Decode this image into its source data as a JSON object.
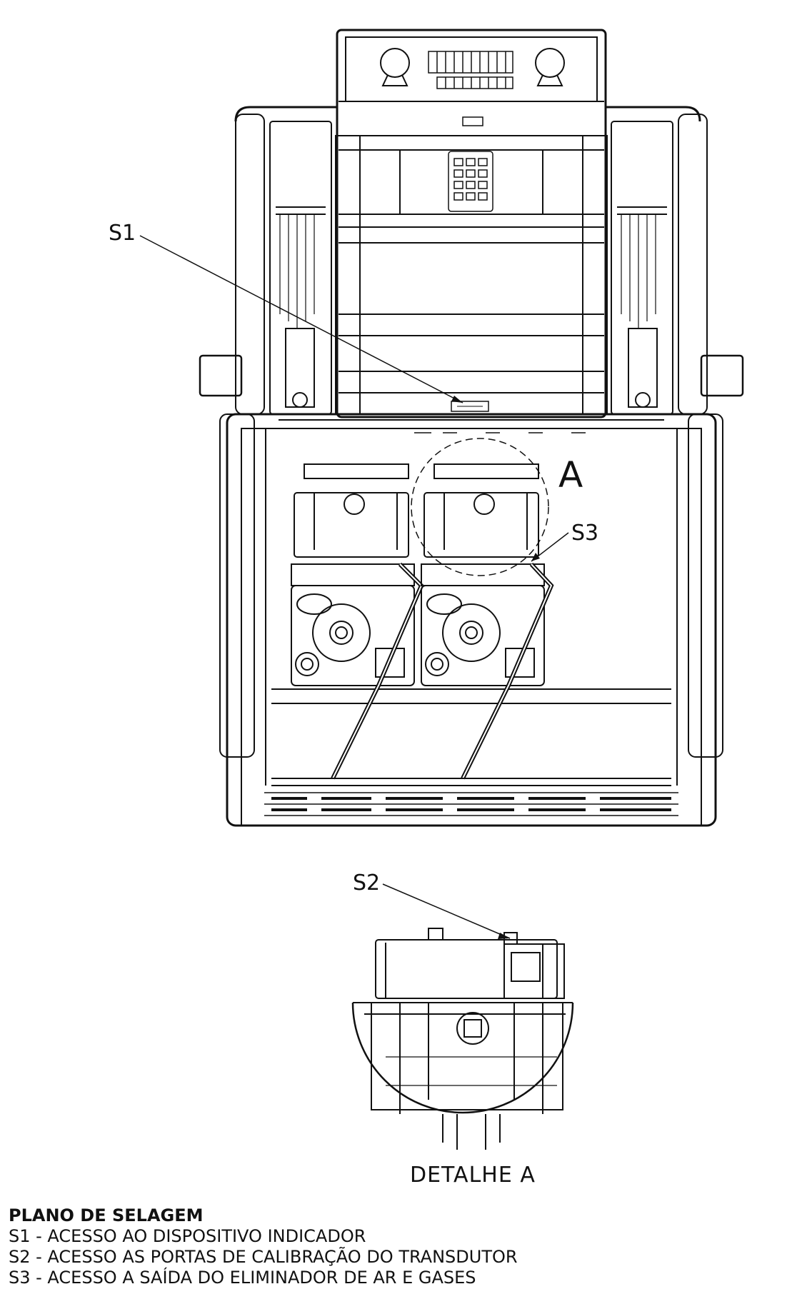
{
  "callouts": {
    "s1": "S1",
    "s2": "S2",
    "s3": "S3",
    "a": "A"
  },
  "detail_caption": "DETALHE A",
  "legend": {
    "title": "PLANO DE SELAGEM",
    "items": [
      "S1 - ACESSO AO DISPOSITIVO INDICADOR",
      "S2 - ACESSO AS PORTAS DE CALIBRAÇÃO DO TRANSDUTOR",
      "S3 - ACESSO A SAÍDA DO ELIMINADOR DE AR E GASES"
    ]
  },
  "colors": {
    "line": "#111111",
    "background": "#ffffff"
  }
}
